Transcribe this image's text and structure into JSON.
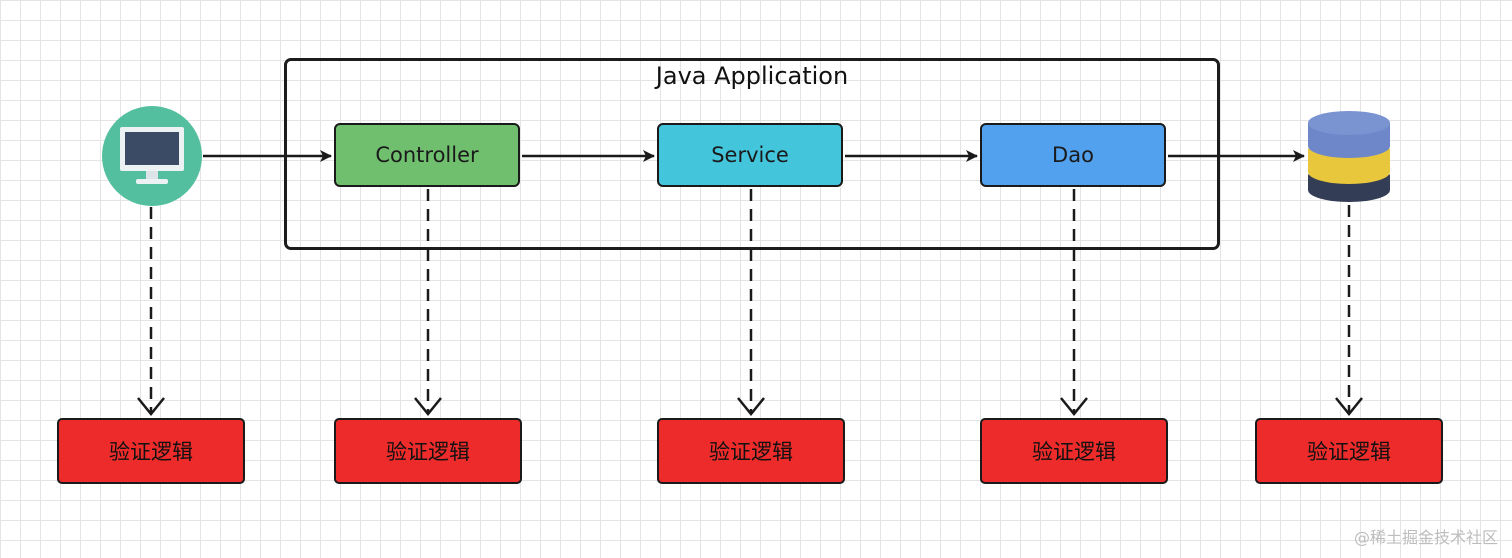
{
  "diagram": {
    "container_title": "Java Application",
    "layers": [
      {
        "label": "Controller",
        "color": "#70bf6f"
      },
      {
        "label": "Service",
        "color": "#43c6dc"
      },
      {
        "label": "Dao",
        "color": "#52a1ee"
      }
    ],
    "validation_label": "验证逻辑",
    "validation_color": "#ee2b2b",
    "client_icon": "monitor-icon",
    "database_icon": "database-icon"
  },
  "watermark": "@稀土掘金技术社区"
}
